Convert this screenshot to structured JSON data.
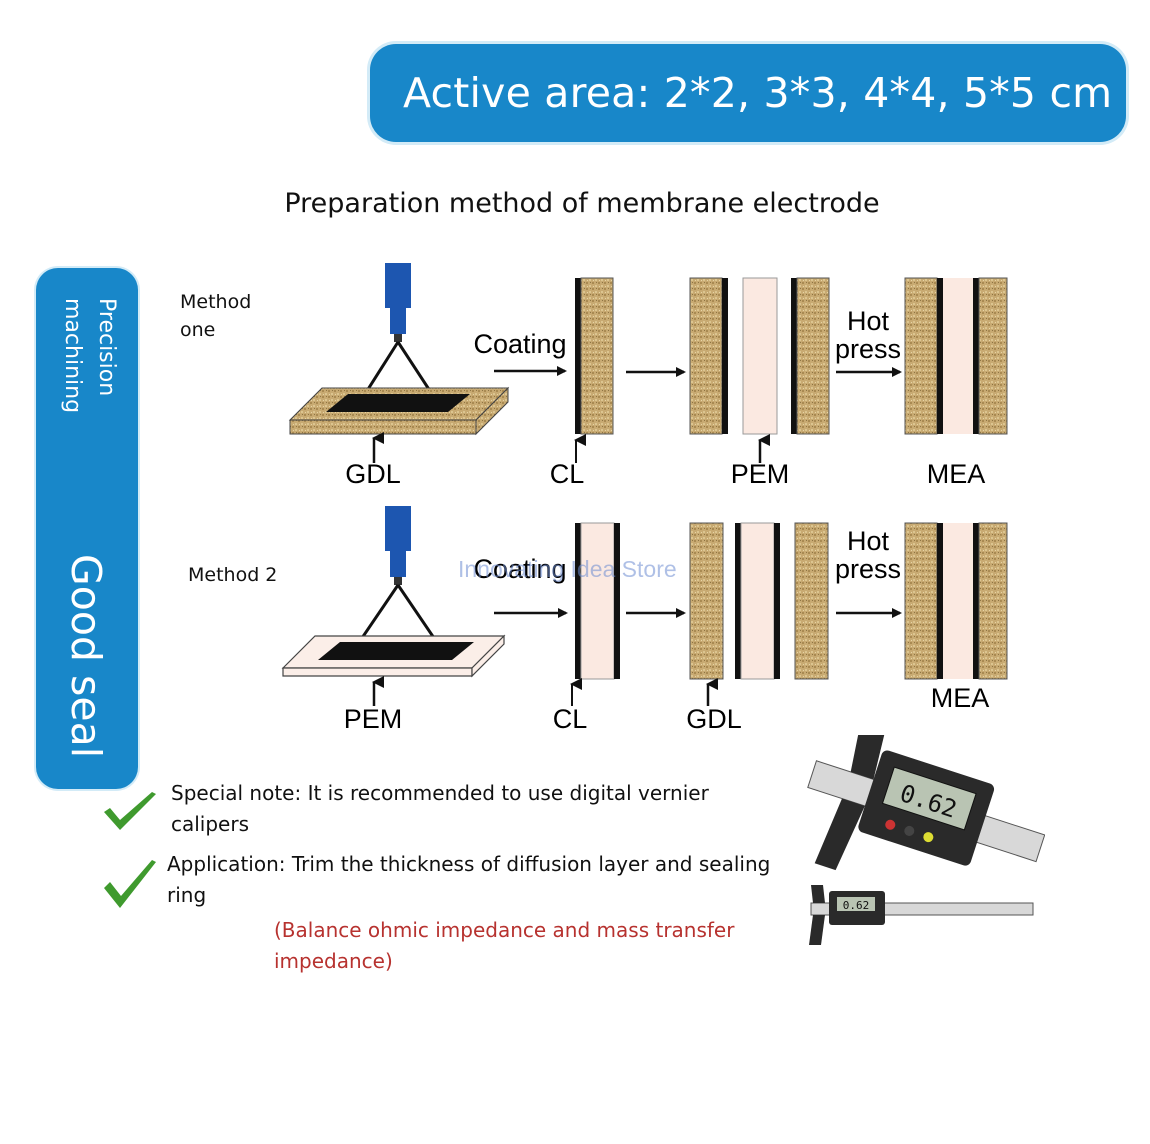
{
  "banner": {
    "text": "Active area: 2*2, 3*3, 4*4, 5*5 cm"
  },
  "heading": "Preparation method of membrane electrode",
  "sidebar": {
    "line1": "Precision",
    "line2": "machining",
    "big": "Good seal"
  },
  "methods": {
    "one": {
      "line1": "Method",
      "line2": "one"
    },
    "two": {
      "label": "Method 2"
    }
  },
  "diagram": {
    "row1": {
      "coating": "Coating",
      "hot": "Hot",
      "press": "press",
      "gdl": "GDL",
      "cl": "CL",
      "pem": "PEM",
      "mea": "MEA"
    },
    "row2": {
      "coating": "Coating",
      "hot": "Hot",
      "press": "press",
      "pem": "PEM",
      "cl": "CL",
      "gdl": "GDL",
      "mea": "MEA"
    }
  },
  "watermark": "Innovating Idea Store",
  "notes": {
    "special": {
      "line1": "Special note: It is recommended to use digital vernier",
      "line2": "calipers"
    },
    "application": {
      "line1": "Application: Trim the thickness of diffusion layer and sealing",
      "line2": "ring"
    },
    "paren": {
      "line1": "(Balance ohmic impedance and mass transfer",
      "line2": "impedance)"
    }
  },
  "caliper": {
    "reading_large": "0.62",
    "reading_small": "0.62"
  },
  "colors": {
    "accent_blue": "#1887c9",
    "check_green": "#3f9a2e",
    "note_red": "#b7322f",
    "gdl_tan": "#c8aa72"
  }
}
